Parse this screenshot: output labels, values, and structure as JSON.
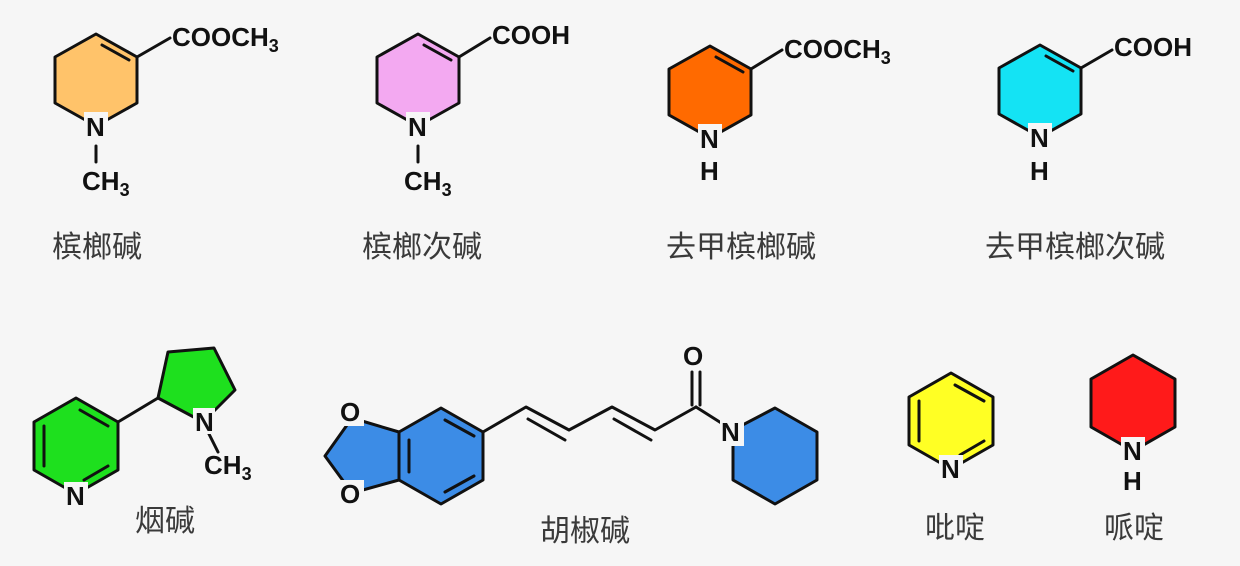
{
  "molecules": [
    {
      "name": "槟榔碱",
      "substituent": "COOCH",
      "sub_index": "3",
      "amine_label": "N",
      "amine_sub": "CH",
      "amine_sub_index": "3",
      "color": "#ffc36a"
    },
    {
      "name": "槟榔次碱",
      "substituent": "COOH",
      "amine_label": "N",
      "amine_sub": "CH",
      "amine_sub_index": "3",
      "color": "#f3a9f1"
    },
    {
      "name": "去甲槟榔碱",
      "substituent": "COOCH",
      "sub_index": "3",
      "amine_label": "N",
      "amine_h": "H",
      "color": "#ff6a00"
    },
    {
      "name": "去甲槟榔次碱",
      "substituent": "COOH",
      "amine_label": "N",
      "amine_h": "H",
      "color": "#14e3f4"
    },
    {
      "name": "烟碱",
      "pyridine_n": "N",
      "amine_label": "N",
      "amine_sub": "CH",
      "amine_sub_index": "3",
      "color": "#1ee01e"
    },
    {
      "name": "胡椒碱",
      "o1": "O",
      "o2": "O",
      "carbonyl_o": "O",
      "amine_label": "N",
      "color": "#3c8ce6"
    },
    {
      "name": "吡啶",
      "pyridine_n": "N",
      "color": "#ffff24"
    },
    {
      "name": "哌啶",
      "amine_label": "N",
      "amine_h": "H",
      "color": "#ff1a1a"
    }
  ]
}
